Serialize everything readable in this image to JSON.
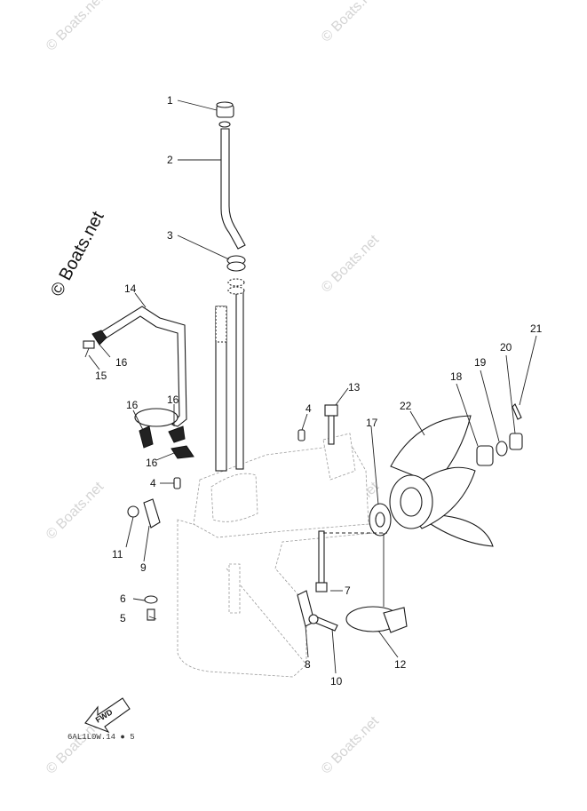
{
  "copyright": "© Boats.net",
  "watermark": "© Boats.net",
  "fwd_label": "FWD",
  "figure_code": "6AL1L0W.14 ● 5",
  "callouts": [
    "1",
    "2",
    "3",
    "4",
    "4",
    "5",
    "6",
    "7",
    "8",
    "9",
    "10",
    "11",
    "12",
    "13",
    "14",
    "15",
    "16",
    "16",
    "16",
    "16",
    "17",
    "18",
    "19",
    "20",
    "21",
    "22"
  ]
}
